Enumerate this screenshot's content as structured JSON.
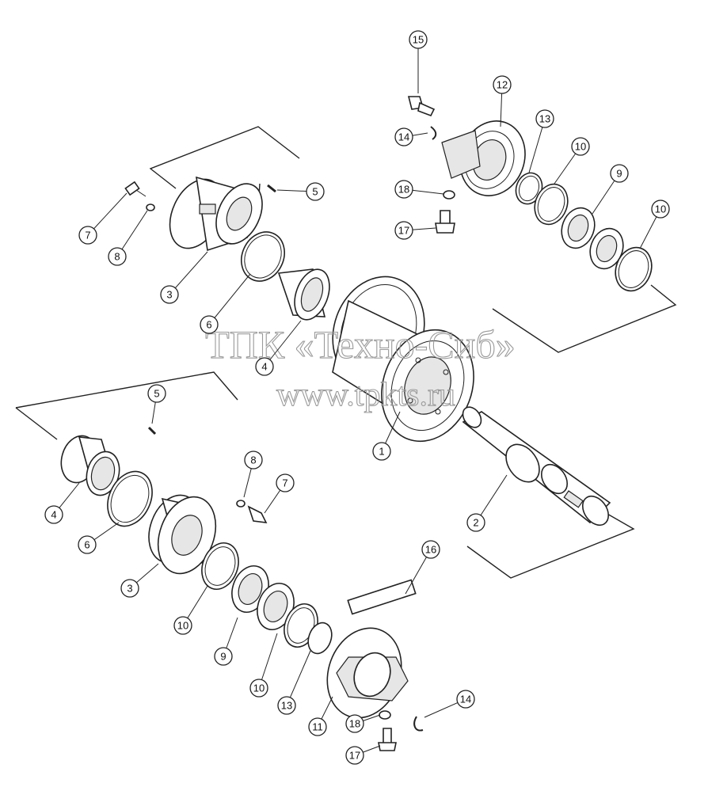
{
  "watermark": {
    "line1": "ТПК «Техно-Сиб»",
    "line2": "www.tpkts.ru"
  },
  "callouts": [
    {
      "label": "15"
    },
    {
      "label": "12"
    },
    {
      "label": "13"
    },
    {
      "label": "14"
    },
    {
      "label": "10"
    },
    {
      "label": "18"
    },
    {
      "label": "9"
    },
    {
      "label": "17"
    },
    {
      "label": "10"
    },
    {
      "label": "5"
    },
    {
      "label": "7"
    },
    {
      "label": "8"
    },
    {
      "label": "3"
    },
    {
      "label": "6"
    },
    {
      "label": "4"
    },
    {
      "label": "5"
    },
    {
      "label": "1"
    },
    {
      "label": "8"
    },
    {
      "label": "7"
    },
    {
      "label": "4"
    },
    {
      "label": "6"
    },
    {
      "label": "2"
    },
    {
      "label": "3"
    },
    {
      "label": "10"
    },
    {
      "label": "16"
    },
    {
      "label": "9"
    },
    {
      "label": "10"
    },
    {
      "label": "13"
    },
    {
      "label": "11"
    },
    {
      "label": "14"
    },
    {
      "label": "18"
    },
    {
      "label": "17"
    }
  ]
}
